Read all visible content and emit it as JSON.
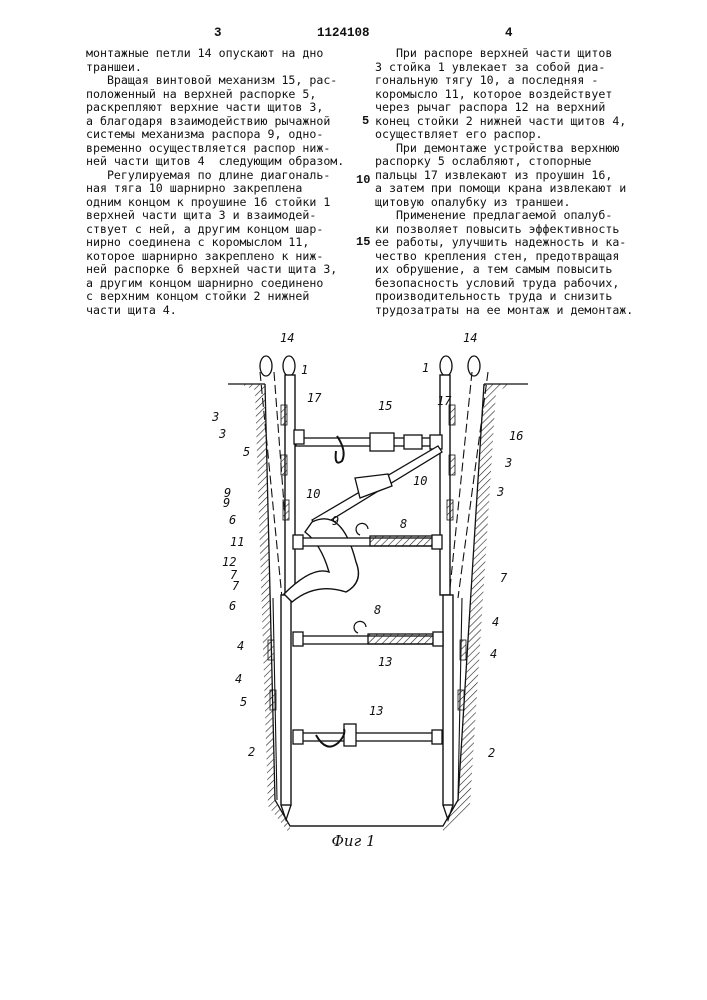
{
  "header": {
    "page_left": "3",
    "patent_number": "1124108",
    "page_right": "4"
  },
  "left_column": [
    "монтажные петли 14 опускают на дно",
    "траншеи.",
    "   Вращая винтовой механизм 15, рас-",
    "положенный на верхней распорке 5,",
    "раскрепляют верхние части щитов 3,",
    "а благодаря взаимодействию рычажной",
    "системы механизма распора 9, одно-",
    "временно осуществляется распор ниж-",
    "ней части щитов 4  следующим образом.",
    "   Регулируемая по длине диагональ-",
    "ная тяга 10 шарнирно закреплена",
    "одним концом к проушине 16 стойки 1",
    "верхней части щита 3 и взаимодей-",
    "ствует с ней, а другим концом шар-",
    "нирно соединена с коромыслом 11,",
    "которое шарнирно закреплено к ниж-",
    "ней распорке 6 верхней части щита 3,",
    "а другим концом шарнирно соединено",
    "с верхним концом стойки 2 нижней",
    "части щита 4."
  ],
  "right_column": [
    "   При распоре верхней части щитов",
    "3 стойка 1 увлекает за собой диа-",
    "гональную тягу 10, а последняя -",
    "коромысло 11, которое воздействует",
    "через рычаг распора 12 на верхний",
    "конец стойки 2 нижней части щитов 4,",
    "осуществляет его распор.",
    "   При демонтаже устройства верхнюю",
    "распорку 5 ослабляют, стопорные",
    "пальцы 17 извлекают из проушин 16,",
    "а затем при помощи крана извлекают и",
    "щитовую опалубку из траншеи.",
    "   Применение предлагаемой опалуб-",
    "ки позволяет повысить эффективность",
    "ее работы, улучшить надежность и ка-",
    "чество крепления стен, предотвращая",
    "их обрушение, а тем самым повысить",
    "безопасность условий труда рабочих,",
    "производительность труда и снизить",
    "трудозатраты на ее монтаж и демонтаж."
  ],
  "line_numbers": [
    "5",
    "10",
    "15"
  ],
  "figure": {
    "caption": "Фиг 1",
    "labels": [
      "14",
      "14",
      "1",
      "1",
      "3",
      "3",
      "5",
      "17",
      "15",
      "17",
      "16",
      "3",
      "3",
      "9",
      "10",
      "10",
      "9",
      "6",
      "9",
      "8",
      "11",
      "12",
      "7",
      "7",
      "7",
      "6",
      "8",
      "13",
      "4",
      "4",
      "4",
      "4",
      "5",
      "13",
      "2",
      "2"
    ]
  }
}
